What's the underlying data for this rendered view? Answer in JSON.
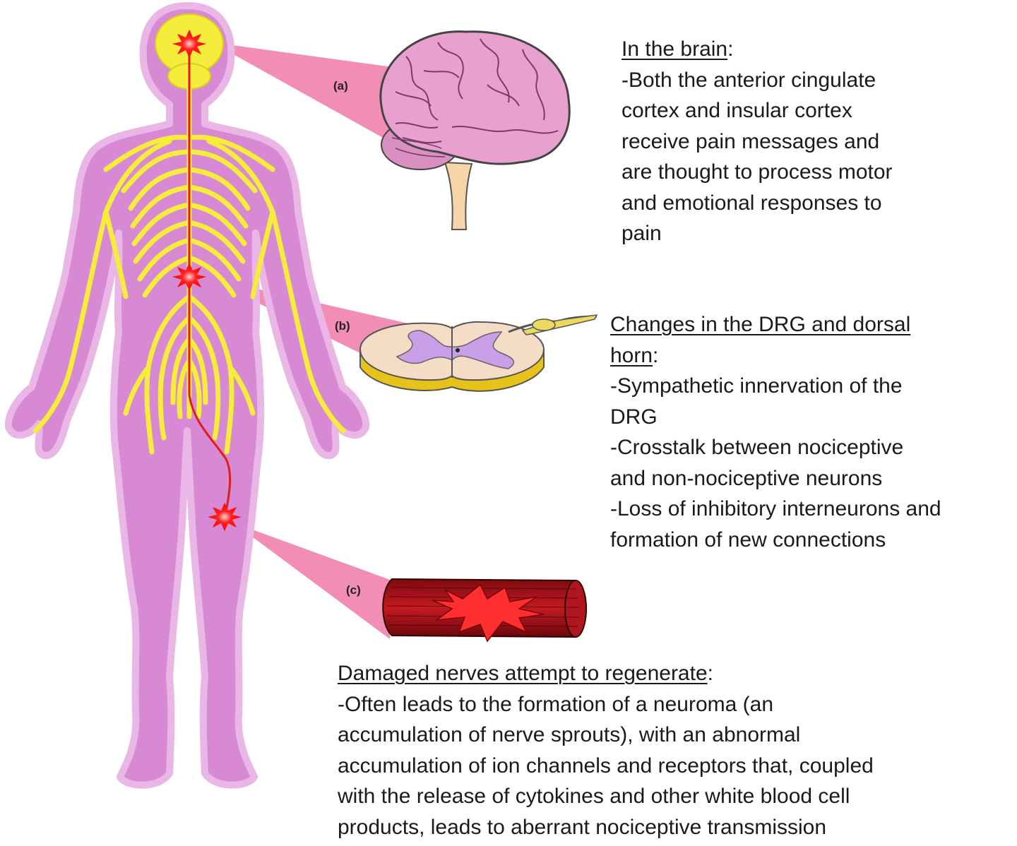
{
  "labels": {
    "a": "(a)",
    "b": "(b)",
    "c": "(c)"
  },
  "brain": {
    "heading": "In the brain",
    "heading_suffix": ":",
    "lines": [
      "-Both the anterior cingulate",
      "cortex and insular cortex",
      "receive pain messages and",
      "are thought to process motor",
      "and emotional responses to",
      "pain"
    ]
  },
  "drg": {
    "heading_line1": "Changes in the DRG and dorsal",
    "heading_line2": "horn",
    "heading_suffix": ":",
    "lines": [
      "-Sympathetic innervation of the",
      "DRG",
      "-Crosstalk between nociceptive",
      "and non-nociceptive neurons",
      "-Loss of inhibitory interneurons and",
      "formation of new connections"
    ]
  },
  "nerve": {
    "heading": "Damaged nerves attempt to regenerate",
    "heading_suffix": ":",
    "lines": [
      "-Often leads to the formation of a neuroma (an",
      "accumulation of nerve sprouts), with an abnormal",
      "accumulation of ion channels and receptors that, coupled",
      "with the release of cytokines and other white blood cell",
      "products, leads to aberrant nociceptive transmission"
    ]
  },
  "colors": {
    "body": "#d78ad3",
    "nerves": "#f5ec3c",
    "callout": "#f07aa8",
    "pain_burst": "#ff1a1a",
    "brain": "#e59ac9",
    "muscle": "#a3121a"
  }
}
